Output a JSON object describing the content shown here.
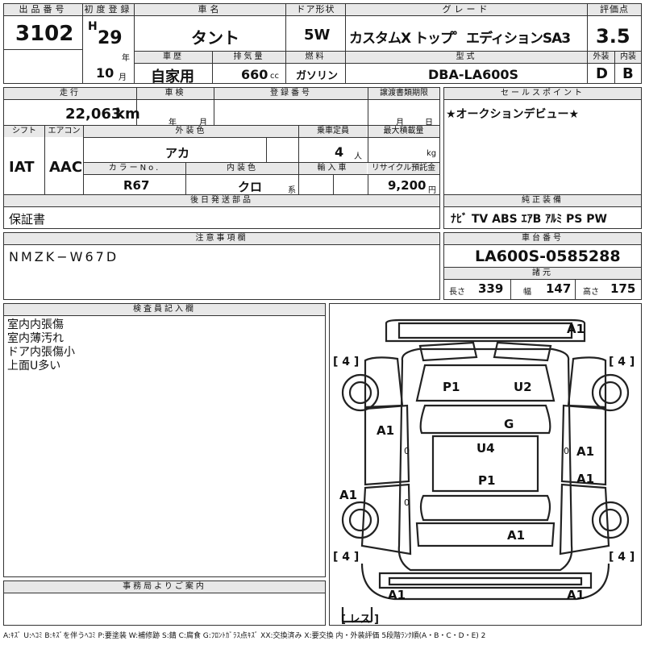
{
  "header": {
    "lot_label": "出品番号",
    "lot_number": "3102",
    "reg_label": "初度登録",
    "era": "H",
    "year": "29",
    "year_unit": "年",
    "month": "10",
    "month_unit": "月",
    "name_label": "車名",
    "car_name": "タント",
    "door_label": "ドア形状",
    "door": "5W",
    "grade_label": "グレード",
    "grade": "カスタムX トップ゜エディションSA3",
    "score_label": "評価点",
    "score": "3.5",
    "history_label": "車歴",
    "history": "自家用",
    "displacement_label": "排気量",
    "displacement": "660",
    "displacement_unit": "cc",
    "fuel_label": "燃料",
    "fuel": "ガソリン",
    "model_label": "型式",
    "model": "DBA-LA600S",
    "ext_label": "外装",
    "ext_grade": "D",
    "int_label": "内装",
    "int_grade": "B"
  },
  "row2": {
    "mileage_label": "走行",
    "mileage": "22,063",
    "mileage_unit": "km",
    "inspection_label": "車検",
    "insp_year_unit": "年",
    "insp_month_unit": "月",
    "regno_label": "登録番号",
    "transfer_label": "譲渡書類期限",
    "transfer_month_unit": "月",
    "transfer_day_unit": "日",
    "sales_label": "セールスポイント",
    "sales_point": "★オークションデビュー★",
    "shift_label": "シフト",
    "shift": "IAT",
    "ac_label": "エアコン",
    "ac": "AAC",
    "color_label": "外装色",
    "color": "アカ",
    "capacity_label": "乗車定員",
    "capacity": "4",
    "capacity_unit": "人",
    "load_label": "最大積載量",
    "load_unit": "kg",
    "colorno_label": "カラーNo.",
    "colorno": "R67",
    "interior_label": "内装色",
    "interior": "クロ",
    "interior_unit": "系",
    "import_label": "輸入車",
    "recycle_label": "リサイクル預託金",
    "recycle": "9,200",
    "recycle_unit": "円",
    "later_label": "後日発送部品",
    "later": "保証書",
    "equip_label": "純正装備",
    "equipment": "ﾅﾋﾞ TV ABS ｴｱB ｱﾙﾐ PS PW"
  },
  "notes": {
    "label": "注意事項欄",
    "text": "NMZK−W67D",
    "chassis_label": "車台番号",
    "chassis": "LA600S-0585288",
    "spec_label": "諸元",
    "length_label": "長さ",
    "length": "339",
    "width_label": "幅",
    "width": "147",
    "height_label": "高さ",
    "height": "175"
  },
  "inspector": {
    "label": "検査員記入欄",
    "lines": [
      "室内内張傷",
      "室内薄汚れ",
      "ドア内張傷小",
      "上面U多い"
    ]
  },
  "office": {
    "label": "事務局よりご案内"
  },
  "diagram": {
    "tire_fl": "[ 4 ]",
    "tire_fr": "[ 4 ]",
    "tire_rl": "[ 4 ]",
    "tire_rr": "[ 4 ]",
    "spare": "[ レス ]",
    "marks": [
      "A1",
      "P1",
      "U2",
      "G",
      "A1",
      "0",
      "U4",
      "A1",
      "P1",
      "A1",
      "A1",
      "0",
      "0",
      "A1",
      "A1",
      "A1"
    ]
  },
  "legend": "A:ｷｽﾞ U:ﾍｺﾐ B:ｷｽﾞを伴うﾍｺﾐ P:要塗装 W:補修跡 S:錆 C:腐食 G:ﾌﾛﾝﾄｶﾞﾗｽ点ｷｽﾞ XX:交換済み X:要交換 内・外装評価 5段階ﾗﾝｸ順(A・B・C・D・E) 2"
}
